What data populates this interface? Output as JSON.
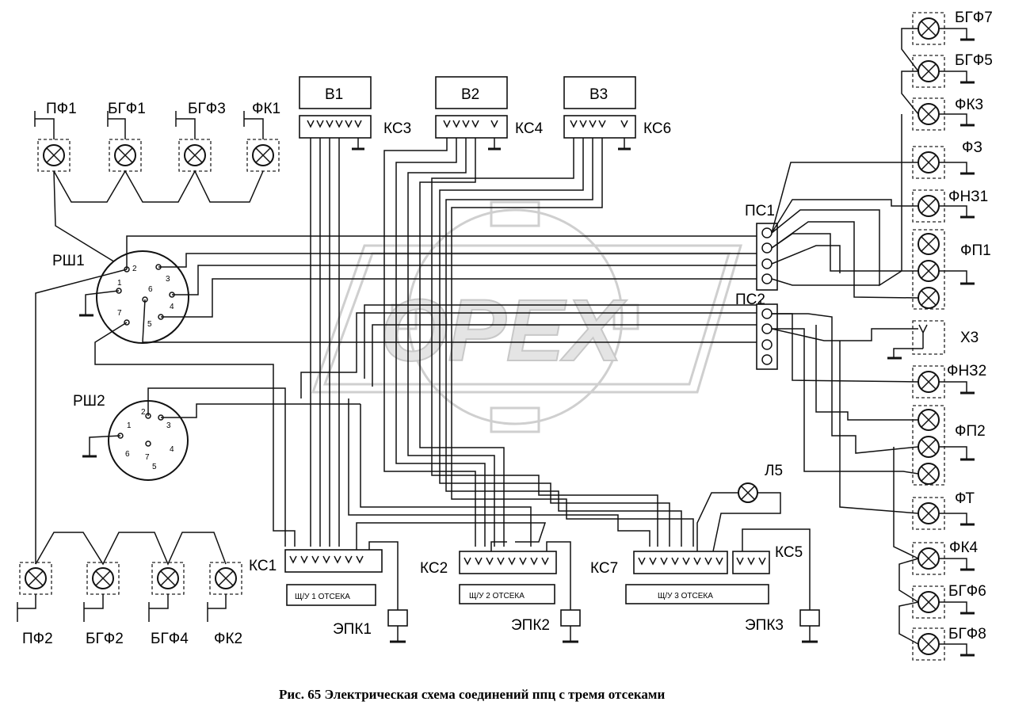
{
  "labels": {
    "B1": "В1",
    "B2": "В2",
    "B3": "В3",
    "KS1": "КС1",
    "KS2": "КС2",
    "KS3": "КС3",
    "KS4": "КС4",
    "KS5": "КС5",
    "KS6": "КС6",
    "KS7": "КС7",
    "PS1": "ПС1",
    "PS2": "ПС2",
    "RSH1": "РШ1",
    "RSH2": "РШ2",
    "PF1": "ПФ1",
    "BGF1": "БГФ1",
    "BGF3": "БГФ3",
    "FK1": "ФК1",
    "PF2": "ПФ2",
    "BGF2": "БГФ2",
    "BGF4": "БГФ4",
    "FK2": "ФК2",
    "BGF7": "БГФ7",
    "BGF5": "БГФ5",
    "FK3": "ФК3",
    "F3": "ФЗ",
    "FNZ1": "ФНЗ1",
    "FP1": "ФП1",
    "X3": "Х3",
    "FNZ2": "ФНЗ2",
    "FP2": "ФП2",
    "FT": "ФТ",
    "FK4": "ФК4",
    "BGF6": "БГФ6",
    "BGF8": "БГФ8",
    "L5": "Л5",
    "EPK1": "ЭПК1",
    "EPK2": "ЭПК2",
    "EPK3": "ЭПК3",
    "SHU1": "Щ/У  1 ОТСЕКА",
    "SHU2": "Щ/У  2 ОТСЕКА",
    "SHU3": "Щ/У   3   ОТСЕКА"
  },
  "pins": {
    "rsh1": [
      "1",
      "2",
      "3",
      "4",
      "5",
      "6",
      "7"
    ],
    "rsh2": [
      "1",
      "2",
      "3",
      "4",
      "5",
      "6",
      "7"
    ]
  },
  "watermark": "OPEX",
  "caption": "Рис. 65 Электрическая схема соединений ппц с тремя отсеками"
}
